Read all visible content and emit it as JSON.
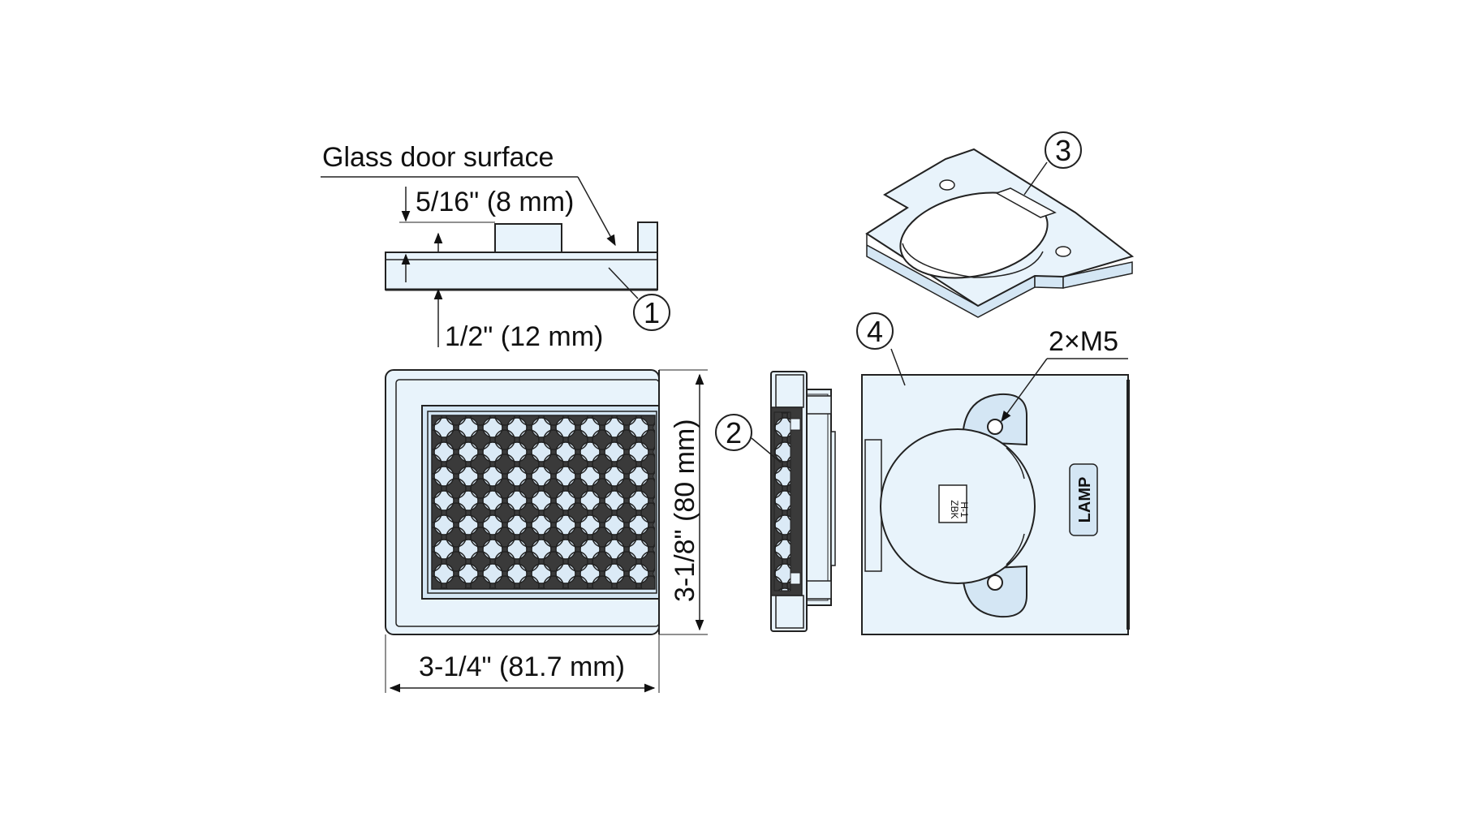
{
  "labels": {
    "glass_door_surface": "Glass door surface",
    "dim_5_16": "5/16\" (8 mm)",
    "dim_1_2": "1/2\" (12 mm)",
    "dim_3_1_8": "3-1/8\" (80 mm)",
    "dim_3_1_4": "3-1/4\" (81.7 mm)",
    "thread_spec": "2×M5",
    "brand": "LAMP",
    "center_mark": "ZBK",
    "center_mark_2": "H-1"
  },
  "callouts": [
    "1",
    "2",
    "3",
    "4"
  ],
  "colors": {
    "fill": "#e8f3fb",
    "fill_dark": "#d4e6f4",
    "line": "#222222",
    "pattern": "#3a3a3a"
  }
}
